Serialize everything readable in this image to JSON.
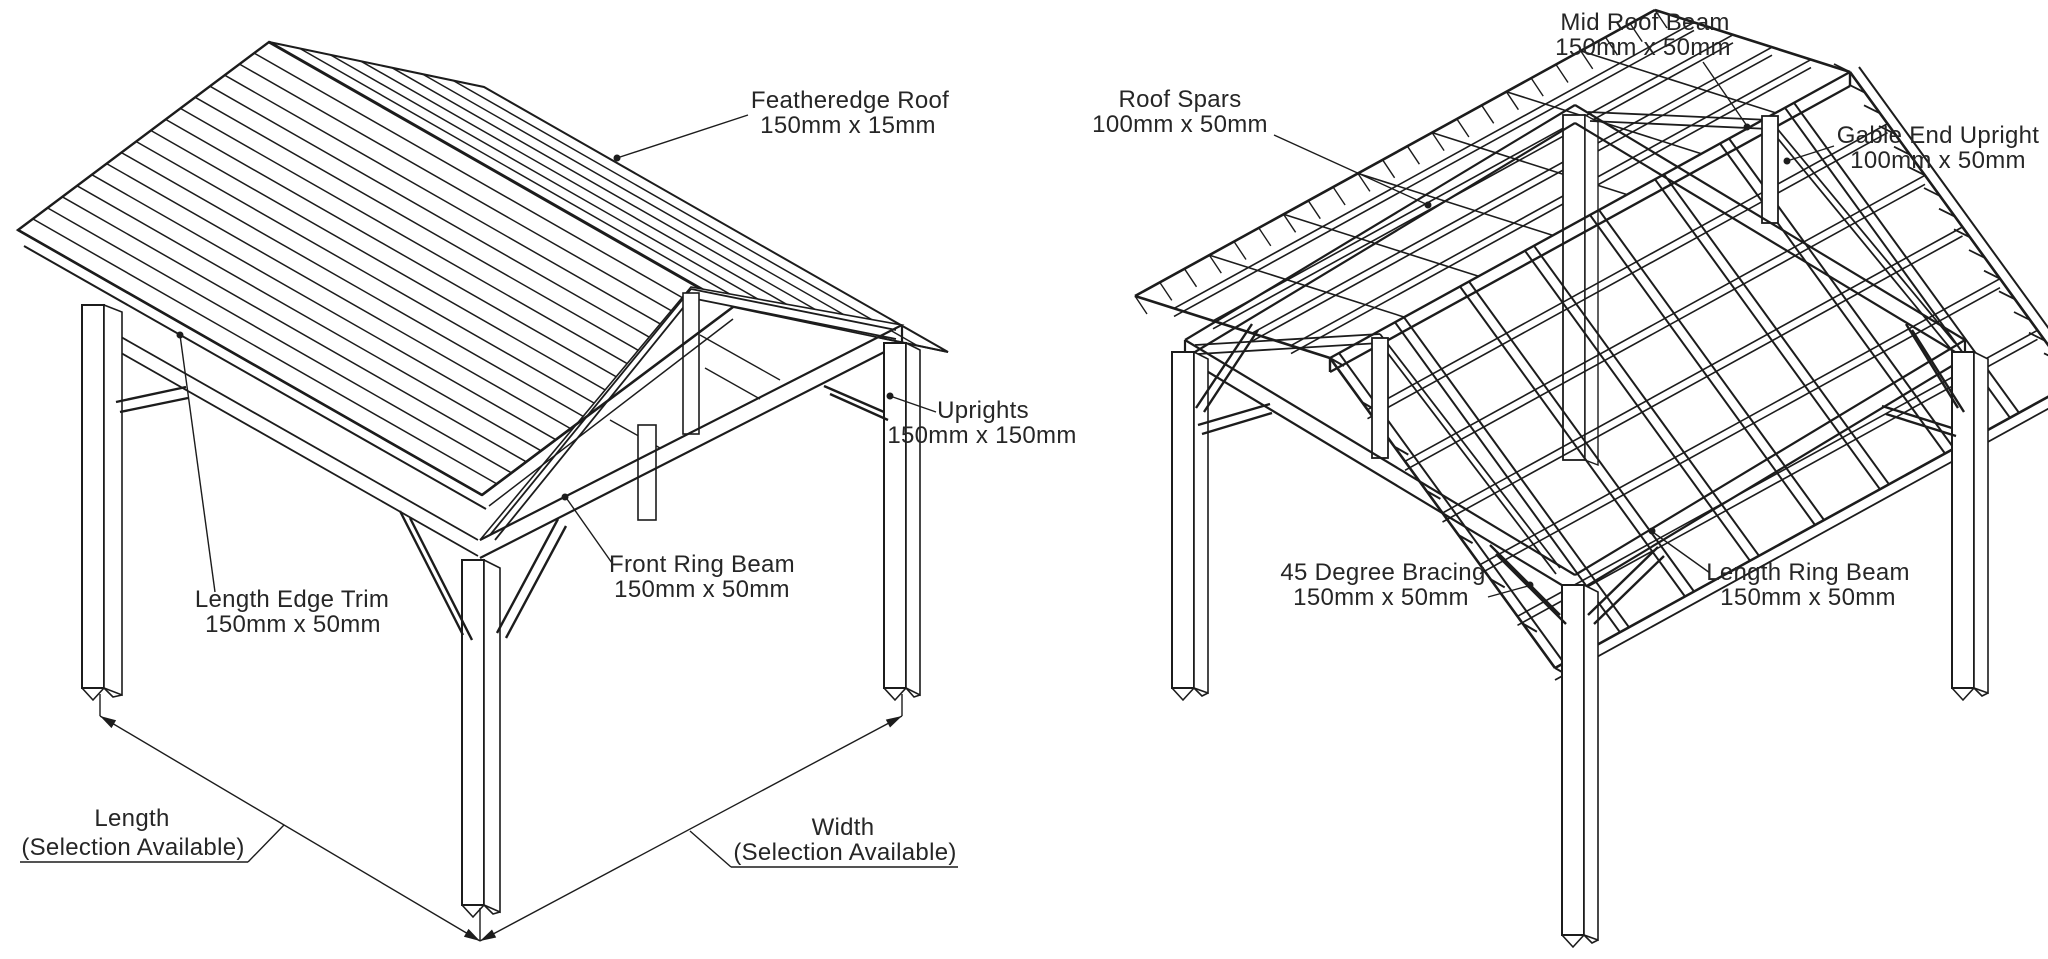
{
  "colors": {
    "background": "#ffffff",
    "line": "#1c1c1c",
    "text": "#262626"
  },
  "left_diagram": {
    "labels": {
      "featheredge_roof": {
        "line1": "Featheredge Roof",
        "line2": "150mm x 15mm"
      },
      "uprights": {
        "line1": "Uprights",
        "line2": "150mm x 150mm"
      },
      "front_ring_beam": {
        "line1": "Front Ring Beam",
        "line2": "150mm x 50mm"
      },
      "length_edge_trim": {
        "line1": "Length Edge Trim",
        "line2": "150mm x 50mm"
      },
      "length_dimension": {
        "line1": "Length",
        "line2": "(Selection Available)"
      },
      "width_dimension": {
        "line1": "Width",
        "line2": "(Selection Available)"
      }
    }
  },
  "right_diagram": {
    "labels": {
      "mid_roof_beam": {
        "line1": "Mid Roof Beam",
        "line2": "150mm x 50mm"
      },
      "roof_spars": {
        "line1": "Roof Spars",
        "line2": "100mm x 50mm"
      },
      "gable_end_upright": {
        "line1": "Gable End Upright",
        "line2": "100mm x 50mm"
      },
      "degree_bracing": {
        "line1": "45 Degree Bracing",
        "line2": "150mm x 50mm"
      },
      "length_ring_beam": {
        "line1": "Length Ring Beam",
        "line2": "150mm x 50mm"
      }
    }
  }
}
